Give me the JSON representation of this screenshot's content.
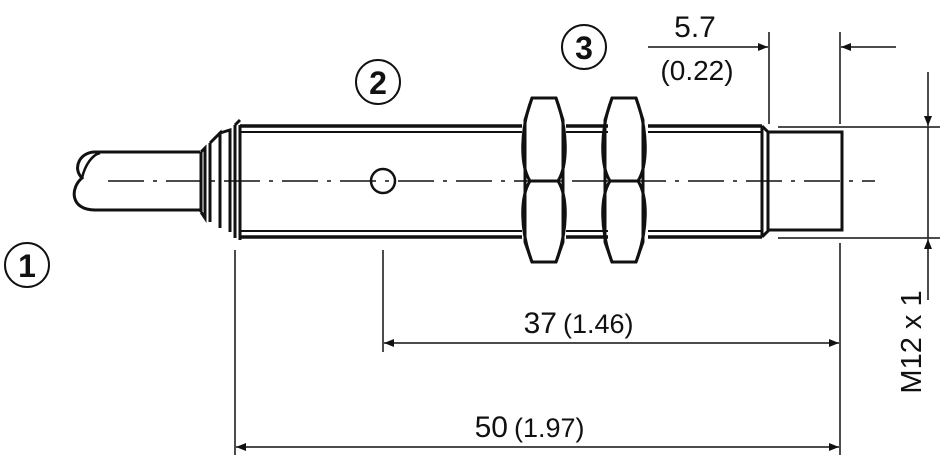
{
  "callouts": [
    "1",
    "2",
    "3"
  ],
  "dims": {
    "front_len": "5.7",
    "front_len_in": "(0.22)",
    "hole_to_face": "37",
    "hole_to_face_in": "(1.46)",
    "total_len": "50",
    "total_len_in": "(1.97)",
    "thread": "M12 x 1"
  }
}
